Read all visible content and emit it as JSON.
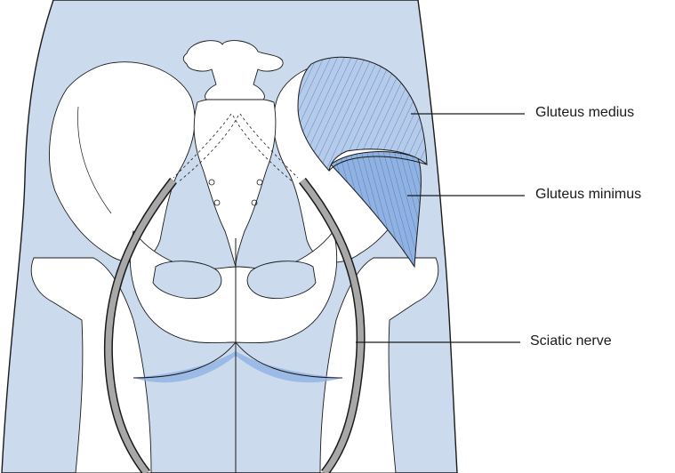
{
  "labels": {
    "gluteus_medius": "Gluteus medius",
    "gluteus_minimus": "Gluteus minimus",
    "sciatic_nerve": "Sciatic nerve"
  },
  "colors": {
    "skin": "#ccdaee",
    "bone": "#ffffff",
    "muscle": "#b4cbeb",
    "muscle_deep": "#7ea6dc",
    "nerve": "#a8a8a8",
    "line": "#1a1a1a"
  }
}
